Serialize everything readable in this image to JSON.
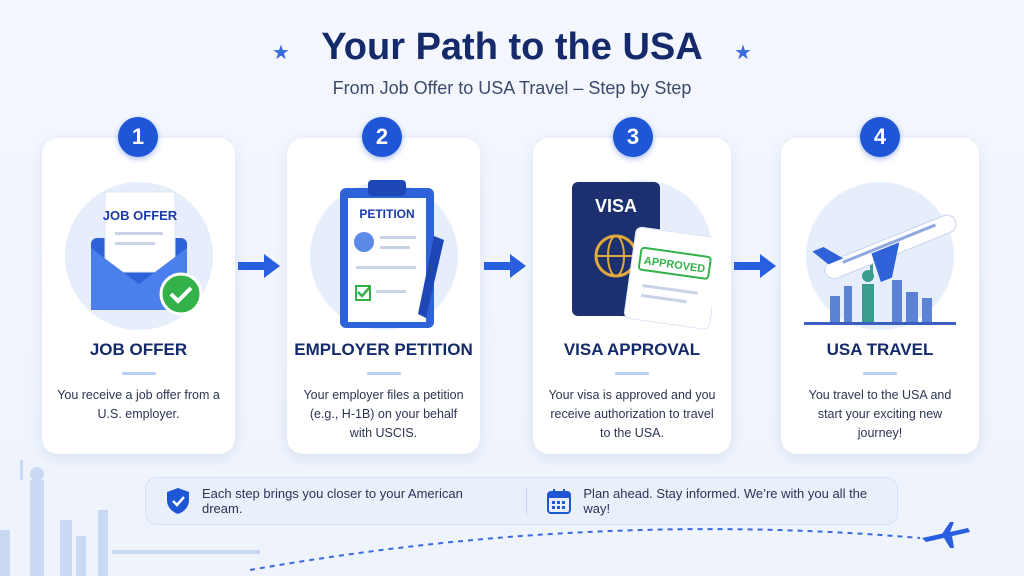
{
  "header": {
    "title": "Your Path to the USA",
    "subtitle": "From Job Offer to USA Travel – Step by Step",
    "star_icon": "star-icon"
  },
  "colors": {
    "accent": "#1f56d6",
    "navy": "#142a6b",
    "check_green": "#34b24a"
  },
  "steps": [
    {
      "number": "1",
      "title": "JOB OFFER",
      "desc": "You receive a job offer from a U.S. employer.",
      "illustration_label": "JOB OFFER",
      "icon": "envelope-icon"
    },
    {
      "number": "2",
      "title": "EMPLOYER PETITION",
      "desc": "Your employer files a petition (e.g., H-1B) on your behalf with USCIS.",
      "illustration_label": "PETITION",
      "icon": "clipboard-icon"
    },
    {
      "number": "3",
      "title": "VISA APPROVAL",
      "desc": "Your visa is approved and you receive authorization to travel to the USA.",
      "illustration_label": "VISA",
      "stamp_label": "APPROVED",
      "icon": "passport-icon"
    },
    {
      "number": "4",
      "title": "USA TRAVEL",
      "desc": "You travel to the USA and start your exciting new journey!",
      "icon": "airplane-icon"
    }
  ],
  "banner": {
    "left": "Each step brings you closer to your American dream.",
    "right": "Plan ahead. Stay informed. We’re with you all the way!"
  }
}
